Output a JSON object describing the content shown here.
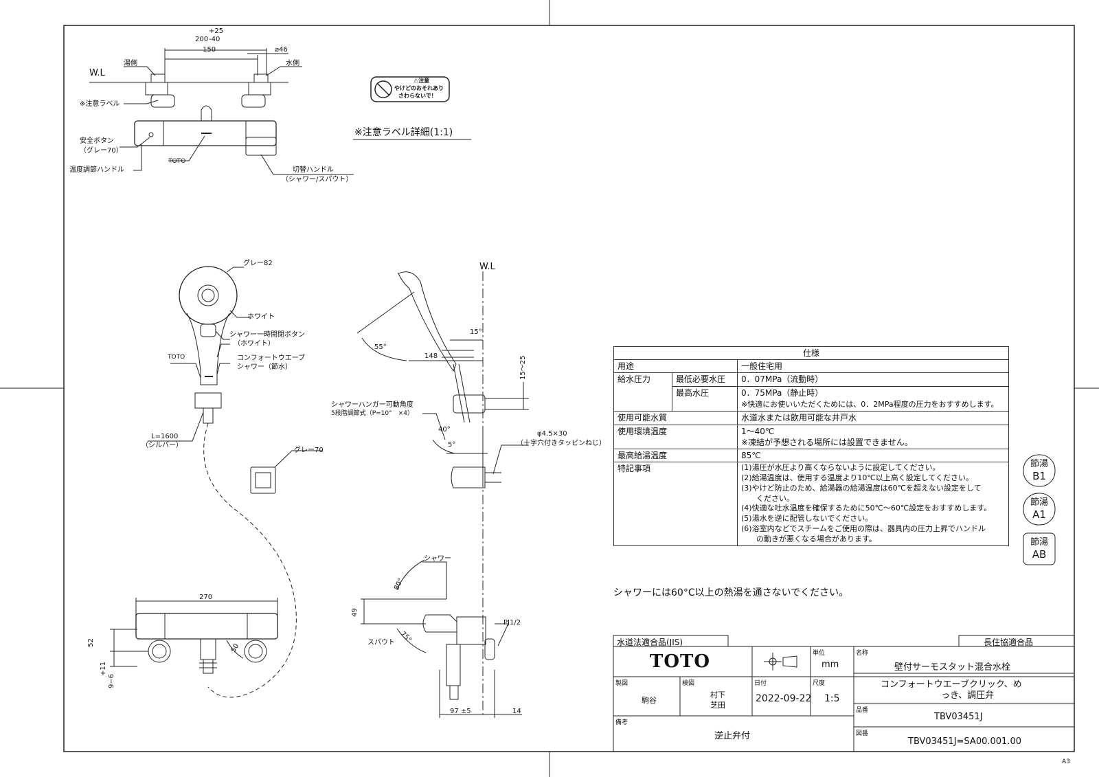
{
  "top_view": {
    "wl": "W.L",
    "dim_total_tol_plus": "+25",
    "dim_total": "200",
    "dim_total_tol_minus": "-40",
    "dim_150": "150",
    "dim_dia46": "⌀46",
    "hot_side": "湯側",
    "cold_side": "水側",
    "caution_label": "※注意ラベル",
    "safety_button": "安全ボタン",
    "safety_button_color": "（グレー70）",
    "temp_handle": "温度調節ハンドル",
    "brand_small": "TOTO",
    "switch_handle": "切替ハンドル",
    "switch_handle_sub": "（シャワー/スパウト）"
  },
  "caution_detail": {
    "badge_title": "⚠注意",
    "badge_line1": "やけどのおそれあり",
    "badge_line2": "さわらないで！",
    "caption": "※注意ラベル詳細(1:1)"
  },
  "shower_front": {
    "gray82": "グレー82",
    "white": "ホワイト",
    "stop_button": "シャワー一時開閉ボタン",
    "stop_button_color": "（ホワイト）",
    "brand_small": "TOTO",
    "comfort_wave": "コンフォートウエーブ",
    "comfort_wave_sub": "シャワー（節水）",
    "hose_length": "L=1600",
    "hose_color": "（シルバー）",
    "gray70": "グレー70"
  },
  "shower_side": {
    "wl": "W.L",
    "angle15": "15°",
    "angle55": "55°",
    "dim148": "148",
    "dim15_25": "15〜25",
    "hanger_angle": "シャワーハンガー可動角度",
    "hanger_steps": "5段階調節式（P=10°　×4）",
    "angle40": "40°",
    "angle5": "5°",
    "screw": "φ4.5×30",
    "screw_sub": "（十字穴付きタッピンねじ）"
  },
  "bottom_front": {
    "dim270": "270",
    "dim52": "52",
    "dim50": "50",
    "tol_plus": "+11",
    "tol_minus": "9−6"
  },
  "bottom_side": {
    "shower": "シャワー",
    "angle80": "80°",
    "dim49": "49",
    "spout": "スパウト",
    "angle75": "75°",
    "pj": "PJ1/2",
    "dim97": "97 ±5",
    "dim14": "14"
  },
  "spec": {
    "header": "仕様",
    "use_label": "用途",
    "use_value": "一般住宅用",
    "pressure_label": "給水圧力",
    "min_pressure_label": "最低必要水圧",
    "min_pressure_value": "0．07MPa（流動時）",
    "max_pressure_label": "最高水圧",
    "max_pressure_value": "0．75MPa（静止時）",
    "pressure_note": "※快適にお使いいただくためには、0．2MPa程度の圧力をおすすめします。",
    "water_label": "使用可能水質",
    "water_value": "水道水または飲用可能な井戸水",
    "env_label": "使用環境温度",
    "env_value": "1〜40℃",
    "env_note": "※凍結が予想される場所には設置できません。",
    "max_hot_label": "最高給湯温度",
    "max_hot_value": "85℃",
    "special_label": "特記事項",
    "notes": [
      "(1)湯圧が水圧より高くならないように設定してください。",
      "(2)給湯温度は、使用する温度より10℃以上高く設定してください。",
      "(3)やけど防止のため、給湯器の給湯温度は60℃を超えない設定をして",
      "　　ください。",
      "(4)快適な吐水温度を確保するために50℃〜60℃設定をおすすめします。",
      "(5)湯水を逆に配管しないでください。",
      "(6)浴室内などでスチームをご使用の際は、器具内の圧力上昇でハンドル",
      "　　の動きが悪くなる場合があります。"
    ]
  },
  "badges": [
    {
      "top": "節湯",
      "bottom": "B1"
    },
    {
      "top": "節湯",
      "bottom": "A1"
    },
    {
      "top": "節湯",
      "bottom": "AB"
    }
  ],
  "warning": "シャワーには60°C以上の熱湯を通さないでください。",
  "title_block": {
    "jis": "水道法適合品(JIS)",
    "chojukyo": "長住協適合品",
    "logo": "TOTO",
    "unit_label": "単位",
    "unit_value": "mm",
    "name_label": "名称",
    "name_line1": "壁付サーモスタット混合水栓",
    "name_line2": "コンフォートウエーブクリック、め",
    "name_line3": "っき、調圧弁",
    "drawn_label": "製図",
    "drawn_value": "駒谷",
    "checked_label": "検図",
    "checked_value1": "村下",
    "checked_value2": "芝田",
    "date_label": "日付",
    "date_value": "2022-09-22",
    "scale_label": "尺度",
    "scale_value": "1:5",
    "part_label": "品番",
    "part_value": "TBV03451J",
    "remarks_label": "備考",
    "remarks_value": "逆止弁付",
    "drawing_label": "図番",
    "drawing_value": "TBV03451J=SA00.001.00"
  },
  "sheet_size": "A3"
}
